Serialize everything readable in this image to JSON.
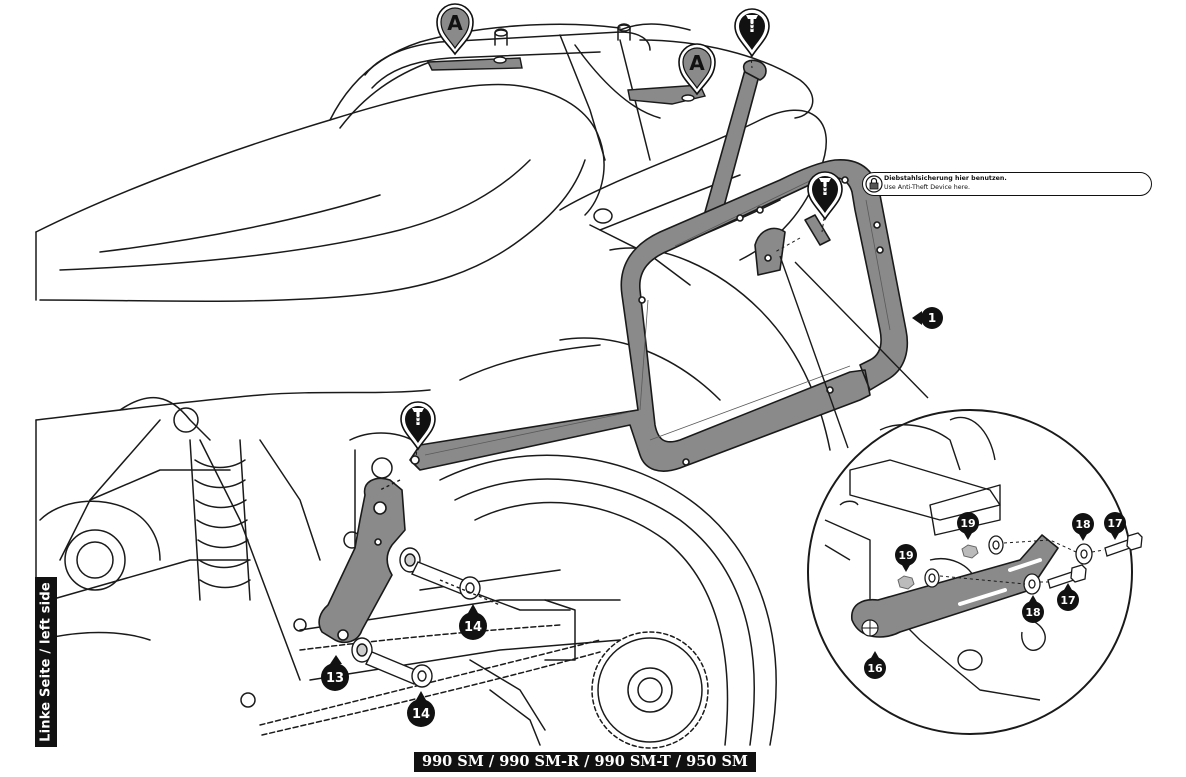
{
  "side_label": "Linke Seite / left side",
  "model_label": "990 SM / 990 SM-R / 990 SM-T / 950 SM",
  "mount_point_label": "A",
  "anti_theft_note": {
    "de": "Diebstahlsicherung hier benutzen.",
    "en": "Use Anti-Theft Device here."
  },
  "part_numbers": {
    "side_carrier": "1",
    "bracket": "13",
    "spacer_upper": "14",
    "spacer_lower": "14",
    "adapter_plate": "16",
    "bolt_a": "17",
    "bolt_b": "17",
    "washer_a": "18",
    "washer_b": "18",
    "nut_a": "19",
    "nut_b": "19"
  },
  "colors": {
    "line": "#1a1a1a",
    "part_fill": "#8a8a8a",
    "part_fill_light": "#a9a9a9",
    "badge": "#111111"
  },
  "icons": {
    "pin_marker": "push-rivet-pin-icon",
    "lock_marker": "anti-theft-lock-icon"
  }
}
